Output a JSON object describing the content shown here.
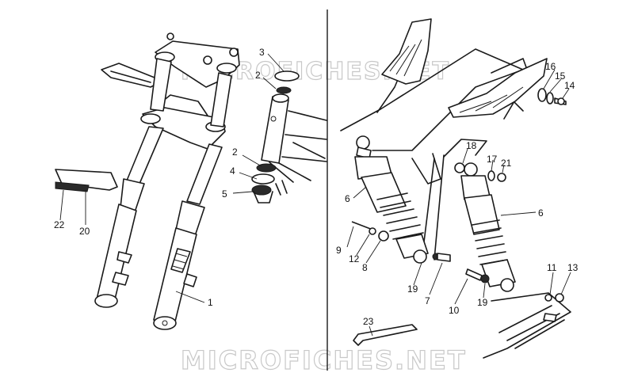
{
  "watermark": "MICROFICHES.NET",
  "callouts": {
    "c1": "1",
    "c2a": "2",
    "c2b": "2",
    "c3": "3",
    "c4": "4",
    "c5": "5",
    "c6a": "6",
    "c6b": "6",
    "c7": "7",
    "c8": "8",
    "c9": "9",
    "c10": "10",
    "c11": "11",
    "c12": "12",
    "c13": "13",
    "c14": "14",
    "c15": "15",
    "c16": "16",
    "c17": "17",
    "c18": "18",
    "c19a": "19",
    "c19b": "19",
    "c20": "20",
    "c21": "21",
    "c22": "22",
    "c23": "23"
  }
}
